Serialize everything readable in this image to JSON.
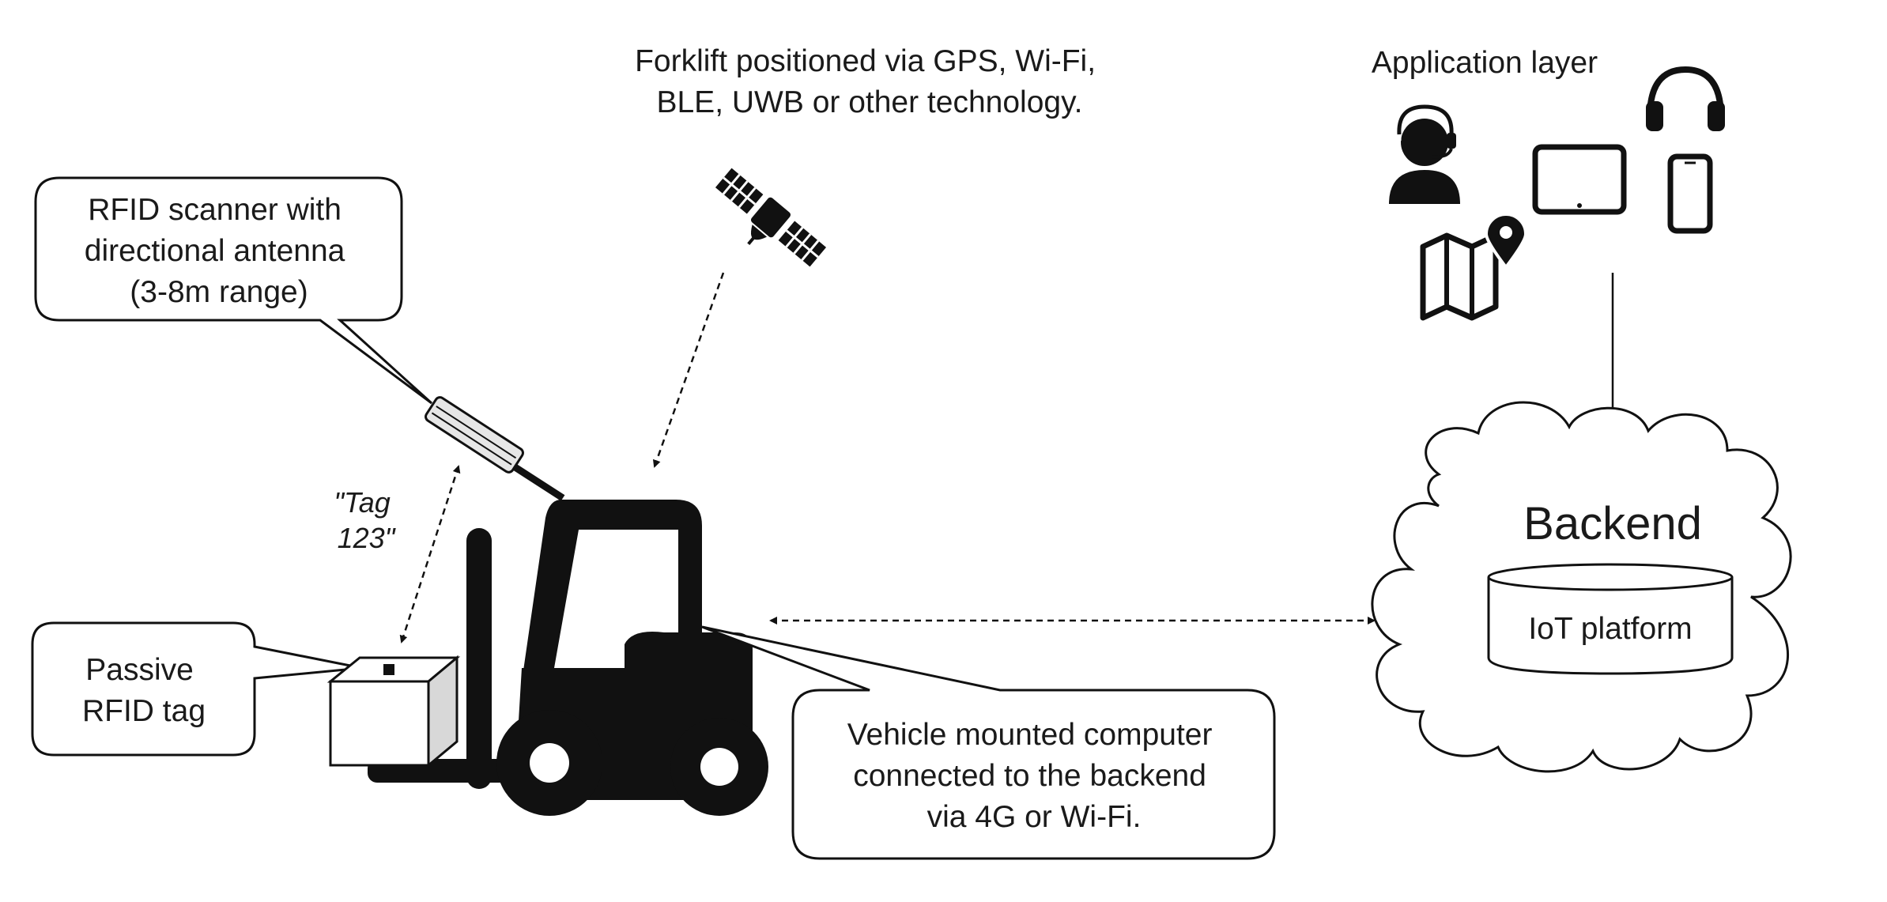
{
  "callouts": {
    "scanner": {
      "lines": [
        "RFID scanner with",
        "directional antenna",
        "(3-8m range)"
      ]
    },
    "tag": {
      "lines": [
        "Passive",
        "RFID tag"
      ]
    },
    "computer": {
      "lines": [
        "Vehicle mounted computer",
        "connected to the backend",
        "via 4G or Wi-Fi."
      ]
    }
  },
  "positioning_note": {
    "lines": [
      "Forklift positioned via GPS, Wi-Fi,",
      "BLE, UWB or other technology."
    ]
  },
  "tag_read": {
    "lines": [
      "\"Tag",
      "123\""
    ]
  },
  "application_layer": {
    "title": "Application layer"
  },
  "backend": {
    "title": "Backend",
    "platform": "IoT platform"
  },
  "colors": {
    "ink": "#111111",
    "stroke": "#222222",
    "box_fill": "#ffffff",
    "reader_fill": "#e6e6e6"
  }
}
